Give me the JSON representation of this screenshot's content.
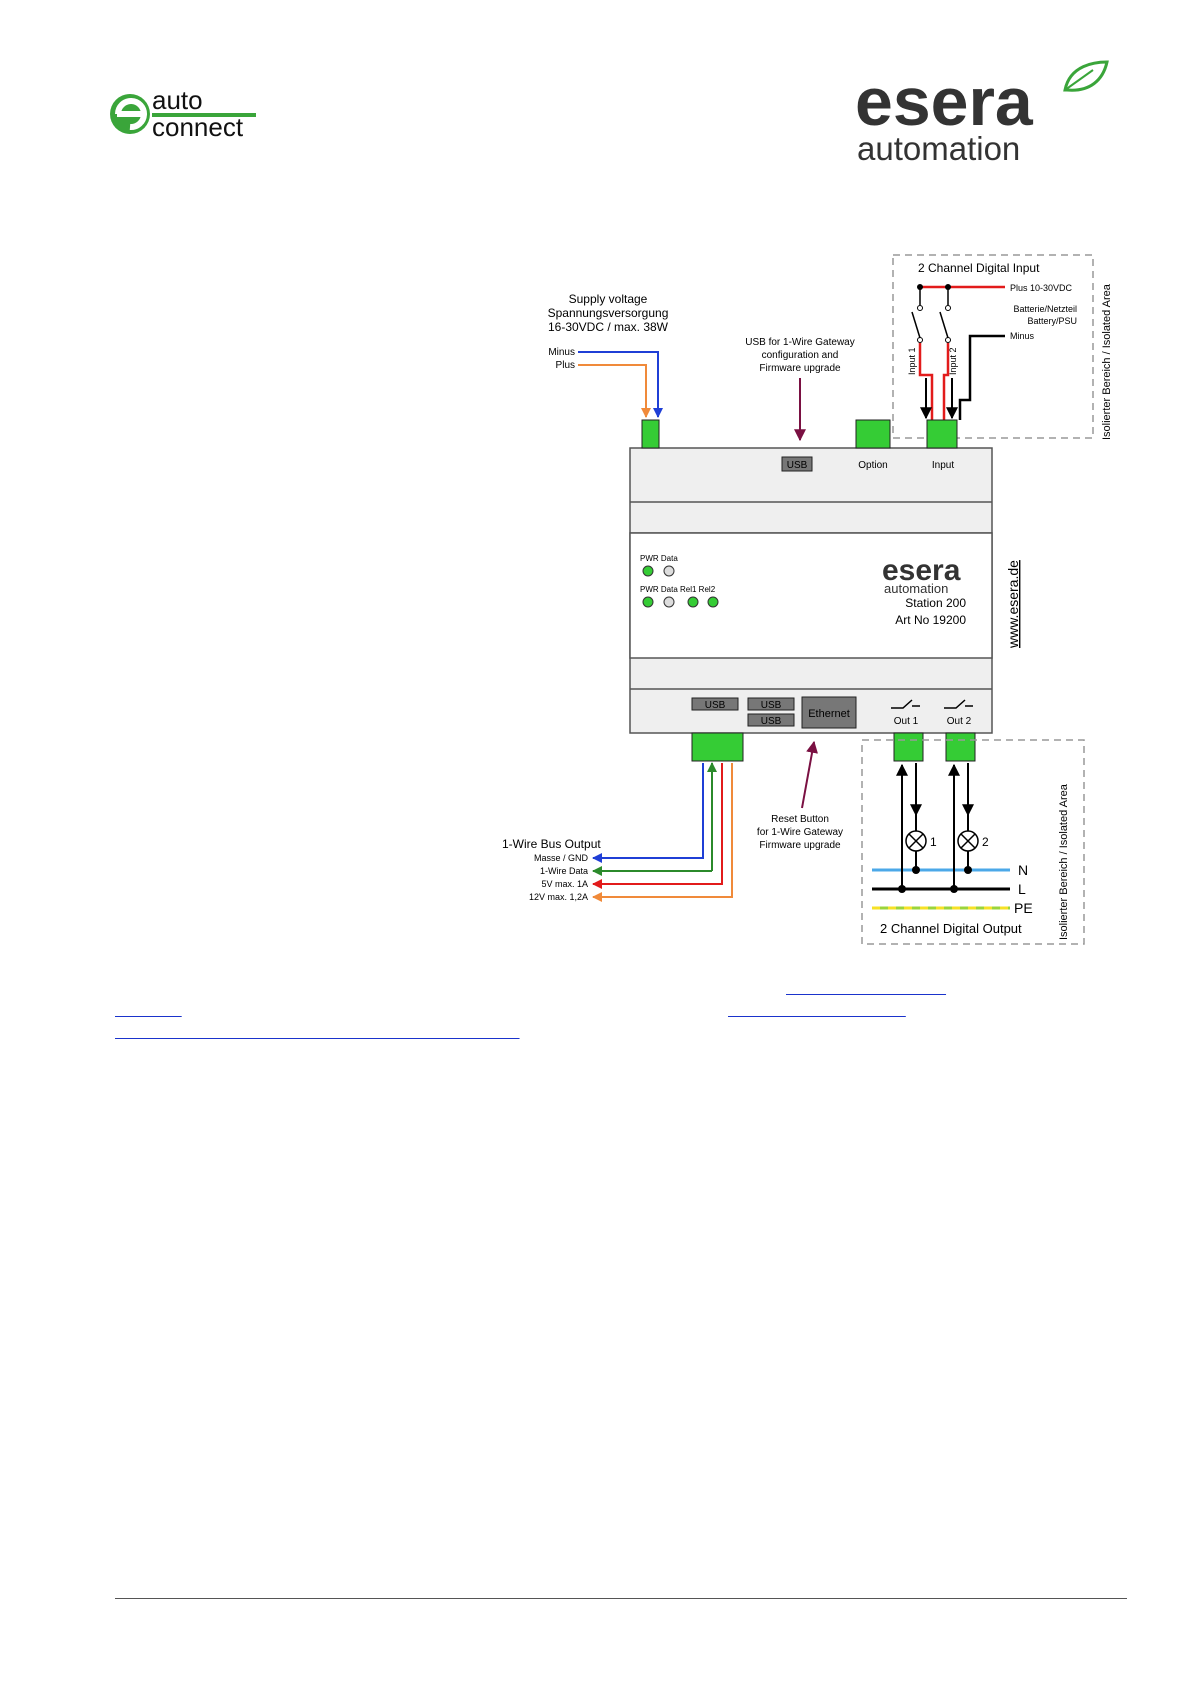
{
  "header": {
    "left_logo": {
      "line1": "auto",
      "line2": "connect",
      "icon": "e-logo-icon"
    },
    "right_logo": {
      "brand": "esera",
      "tagline": "automation",
      "icon": "leaf-icon"
    }
  },
  "diagram": {
    "supply": {
      "title1": "Supply voltage",
      "title2": "Spannungsversorgung",
      "title3": "16-30VDC / max. 38W",
      "minus": "Minus",
      "plus": "Plus"
    },
    "usb_note": {
      "line1": "USB for 1-Wire Gateway",
      "line2": "configuration and",
      "line3": "Firmware upgrade"
    },
    "input_box": {
      "title": "2 Channel Digital Input",
      "plus": "Plus 10-30VDC",
      "battery1": "Batterie/Netzteil",
      "battery2": "Battery/PSU",
      "minus": "Minus",
      "input1": "Input 1",
      "input2": "Input 2",
      "side": "Isolierter Bereich / Isolated Area"
    },
    "device": {
      "usb_top": "USB",
      "option": "Option",
      "input": "Input",
      "led_row1": "PWR Data",
      "led_row2": "PWR Data  Rel1 Rel2",
      "brand": "esera",
      "tagline": "automation",
      "model": "Station 200",
      "art": "Art No 19200",
      "website": "www.esera.de",
      "usb1": "USB",
      "usb2": "USB",
      "usb3": "USB",
      "ethernet": "Ethernet",
      "out1": "Out 1",
      "out2": "Out 2"
    },
    "bus": {
      "title": "1-Wire Bus Output",
      "gnd": "Masse / GND",
      "data": "1-Wire Data",
      "v5": "5V max. 1A",
      "v12": "12V max. 1,2A"
    },
    "reset_note": {
      "line1": "Reset Button",
      "line2": "for 1-Wire Gateway",
      "line3": "Firmware upgrade"
    },
    "output_box": {
      "title": "2 Channel Digital Output",
      "n": "N",
      "l": "L",
      "pe": "PE",
      "lamp1": "1",
      "lamp2": "2",
      "side": "Isolierter Bereich / Isolated Area"
    }
  },
  "links": {
    "line1": "                                    ",
    "line2": "               ",
    "line3": "                                        ",
    "line4": "                                                                                           "
  },
  "colors": {
    "brand_green": "#3aa53a",
    "brand_grey": "#333333",
    "link": "#1a33cc",
    "blue": "#1f3fd6",
    "orange": "#f08a3a",
    "red": "#e21b1b",
    "green_wire": "#2b8a2b",
    "terminal": "#35cc35",
    "device_body": "#efefef"
  }
}
